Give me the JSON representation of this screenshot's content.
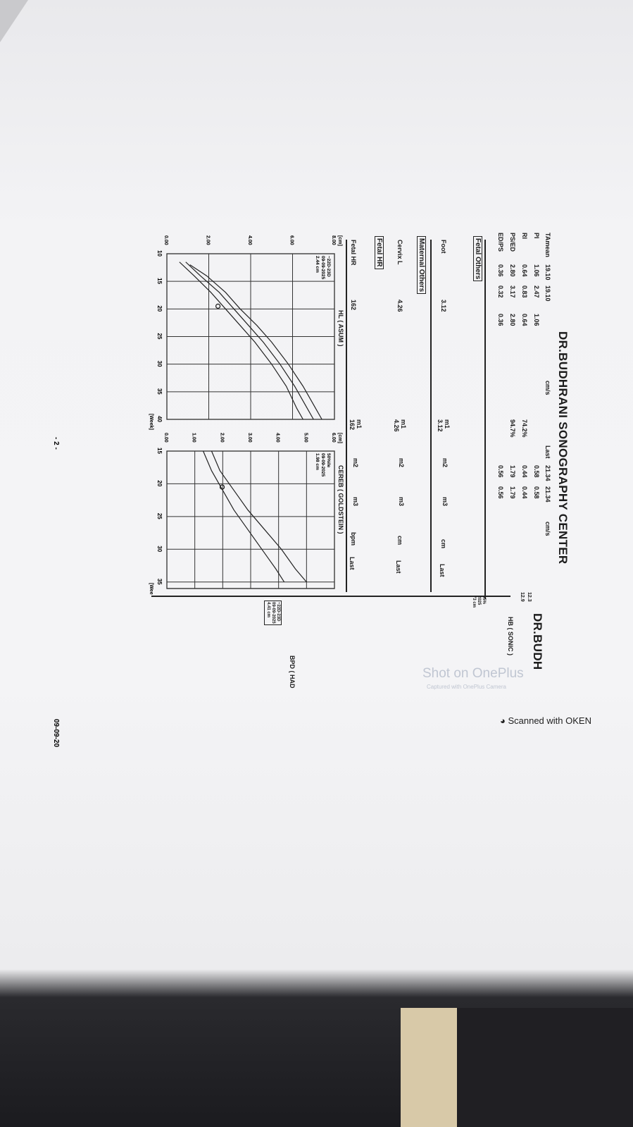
{
  "header": {
    "title": "DR.BUDHRANI SONOGRAPHY CENTER",
    "second_page_title": "DR.BUDH"
  },
  "doppler_table": {
    "rows": [
      {
        "label": "TAmean",
        "v": [
          "19.10",
          "19.10",
          ""
        ],
        "unit": "cm/s",
        "pct": "",
        "last": [
          "21.34",
          "21.34"
        ],
        "last_unit": "cm/s"
      },
      {
        "label": "PI",
        "v": [
          "1.06",
          "2.47",
          "1.06"
        ],
        "unit": "",
        "pct": "",
        "last": [
          "0.58",
          "0.58"
        ],
        "last_unit": ""
      },
      {
        "label": "RI",
        "v": [
          "0.64",
          "0.83",
          "0.64"
        ],
        "unit": "",
        "pct": "74.2%",
        "last": [
          "0.44",
          "0.44"
        ],
        "last_unit": ""
      },
      {
        "label": "PS/ED",
        "v": [
          "2.80",
          "3.17",
          "2.80"
        ],
        "unit": "",
        "pct": "94.7%",
        "last": [
          "1.79",
          "1.79"
        ],
        "last_unit": ""
      },
      {
        "label": "ED/PS",
        "v": [
          "0.36",
          "0.32",
          "0.36"
        ],
        "unit": "",
        "pct": "",
        "last": [
          "0.56",
          "0.56"
        ],
        "last_unit": ""
      }
    ],
    "last_header": "Last"
  },
  "sections": {
    "fetal_others": "Fetal Others",
    "foot": {
      "label": "Foot",
      "value": "3.12",
      "m1": "m1",
      "m1_value": "3.12",
      "m2": "m2",
      "m3": "m3",
      "unit": "cm",
      "last": "Last"
    },
    "maternal_others": "Maternal Others",
    "cervix": {
      "label": "Cervix L",
      "value": "4.26",
      "m1": "m1",
      "m1_value": "4.26",
      "m2": "m2",
      "m3": "m3",
      "unit": "cm",
      "last": "Last"
    },
    "fetal_hr_header": "Fetal HR",
    "fetal_hr": {
      "label": "Fetal HR",
      "value": "162",
      "m1": "m1",
      "m1_value": "162",
      "m2": "m2",
      "m3": "m3",
      "unit": "bpm",
      "last": "Last"
    }
  },
  "chart_data": [
    {
      "type": "line",
      "title": "HL ( ASUM )",
      "ylabel": "[cm]",
      "xlabel": "[Week]",
      "xlim": [
        10,
        40
      ],
      "ylim": [
        0,
        8
      ],
      "yticks": [
        "8.00",
        "6.00",
        "4.00",
        "2.00",
        "0.00"
      ],
      "xticks": [
        "10",
        "15",
        "20",
        "25",
        "30",
        "35",
        "40"
      ],
      "annotation": [
        "~22D-23D",
        "09-09-2025",
        "2.44 cm"
      ],
      "series": [
        {
          "name": "lower",
          "x": [
            11.5,
            14,
            17,
            20,
            23,
            26,
            30,
            34,
            38,
            40
          ],
          "y": [
            0.6,
            1.3,
            2.1,
            2.8,
            3.5,
            4.2,
            5.0,
            5.7,
            6.2,
            6.5
          ]
        },
        {
          "name": "mid",
          "x": [
            11.5,
            14,
            17,
            20,
            23,
            26,
            30,
            34,
            38,
            40
          ],
          "y": [
            0.9,
            1.6,
            2.5,
            3.2,
            3.9,
            4.6,
            5.4,
            6.1,
            6.7,
            7.0
          ]
        },
        {
          "name": "upper",
          "x": [
            12,
            14,
            17,
            20,
            23,
            26,
            30,
            34,
            38,
            40
          ],
          "y": [
            1.1,
            1.9,
            2.8,
            3.5,
            4.3,
            5.0,
            5.8,
            6.5,
            7.1,
            7.4
          ]
        }
      ],
      "point": {
        "x": 19.5,
        "y": 2.44
      }
    },
    {
      "type": "line",
      "title": "CEREB ( GOLDSTEIN )",
      "ylabel": "[cm]",
      "xlabel": "[Wee",
      "xlim": [
        15,
        36
      ],
      "ylim": [
        0,
        6
      ],
      "yticks": [
        "6.00",
        "5.00",
        "4.00",
        "3.00",
        "2.00",
        "1.00",
        "0.00"
      ],
      "xticks": [
        "15",
        "20",
        "25",
        "30",
        "35"
      ],
      "annotation": [
        "50%ile",
        "09-09-2025",
        "1.98 cm"
      ],
      "series": [
        {
          "name": "lower",
          "x": [
            15,
            18,
            21,
            24,
            27,
            30,
            33,
            35
          ],
          "y": [
            1.3,
            1.6,
            2.0,
            2.4,
            2.9,
            3.4,
            3.9,
            4.2
          ]
        },
        {
          "name": "upper",
          "x": [
            15,
            18,
            21,
            24,
            27,
            30,
            33,
            35
          ],
          "y": [
            1.6,
            1.9,
            2.4,
            2.9,
            3.5,
            4.1,
            4.6,
            5.0
          ]
        }
      ],
      "point": {
        "x": 20.5,
        "y": 1.98
      }
    }
  ],
  "second_page": {
    "hb_label": "HB ( SONIC )",
    "bpd_label": "BPD ( HAD",
    "annotation": [
      "~22D-23D",
      "09-09-2025",
      "4.41 cm"
    ],
    "side_values": [
      "95%",
      "2025",
      "73 cm",
      "12.3",
      "12.9"
    ]
  },
  "footer": {
    "page": "- 2 -",
    "date": "09-09-20"
  },
  "overlay": {
    "scanner": "Scanned with OKEN",
    "watermark": "Shot on OnePlus",
    "watermark_sub": "Captured with OnePlus Camera"
  }
}
